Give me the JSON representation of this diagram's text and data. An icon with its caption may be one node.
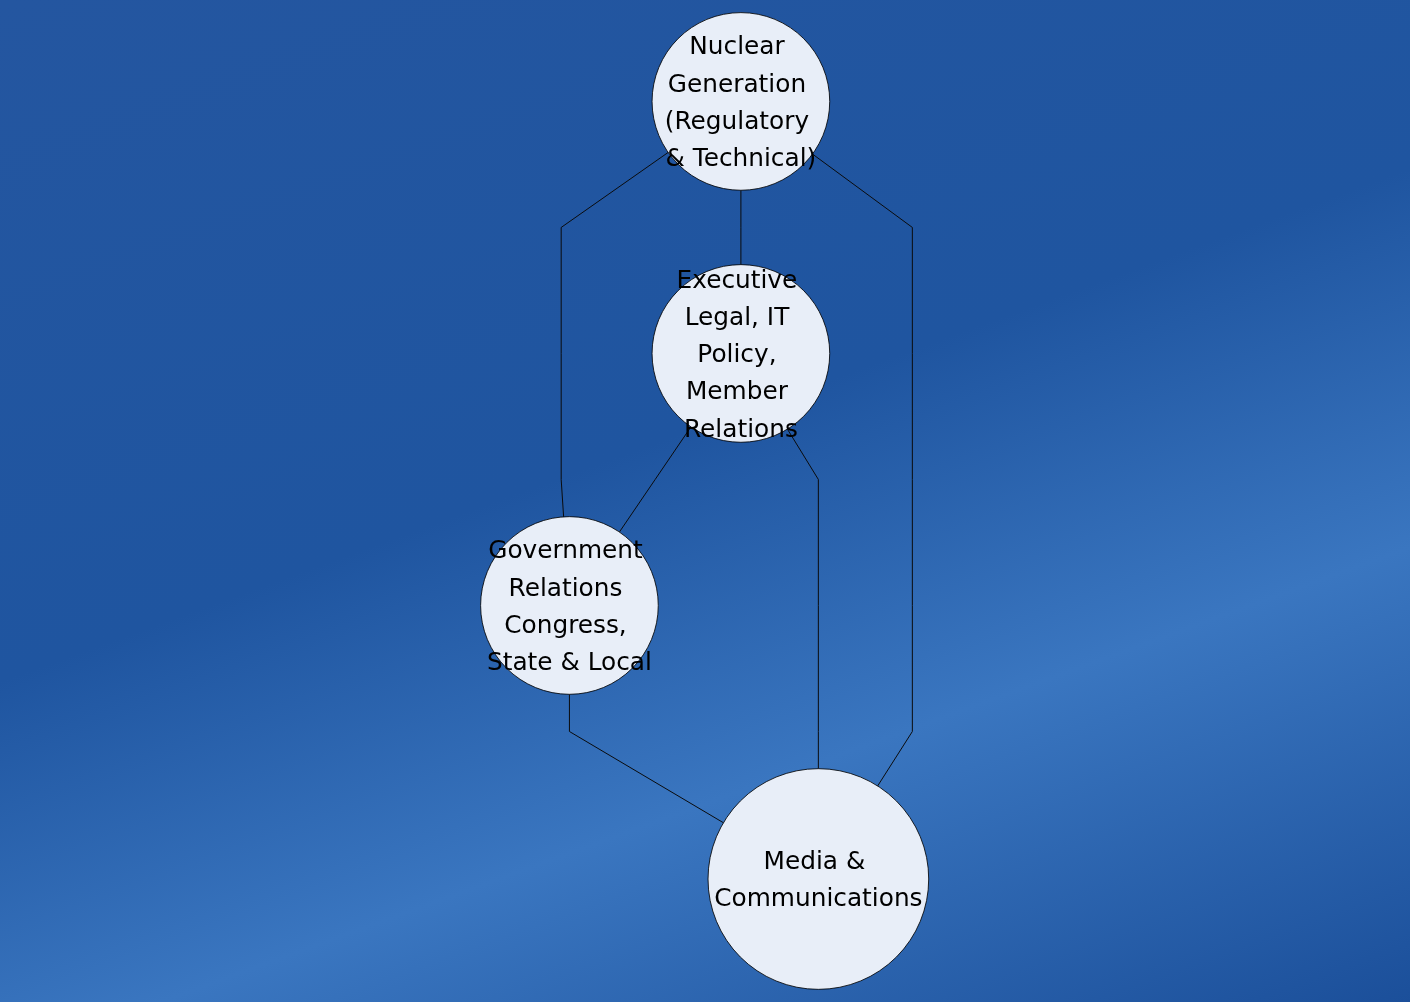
{
  "diagram": {
    "nodes": [
      {
        "text": [
          "Nuclear Generation (Regulatory & Technical)"
        ]
      },
      {
        "text": [
          "Executive Legal, IT Policy, Member Relations"
        ]
      },
      {
        "text": [
          "Government Relations Congress, State & Local"
        ]
      },
      {
        "text": [
          "Media & Communications"
        ]
      }
    ],
    "edges": [
      {
        "from": 0,
        "to": 2,
        "arrow": "none"
      },
      {
        "from": 0,
        "to": 1,
        "arrow": "none"
      },
      {
        "from": 0,
        "to": 3,
        "arrow": "none"
      },
      {
        "from": 1,
        "to": 2,
        "arrow": "none"
      },
      {
        "from": 1,
        "to": 3,
        "arrow": "none"
      },
      {
        "from": 2,
        "to": 3,
        "arrow": "none"
      }
    ]
  }
}
